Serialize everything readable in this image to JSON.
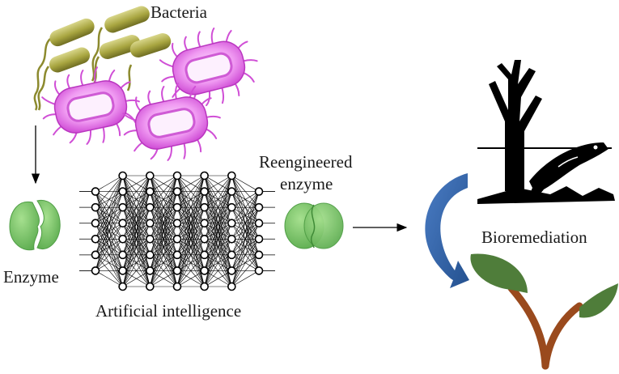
{
  "labels": {
    "bacteria": "Bacteria",
    "enzyme": "Enzyme",
    "ai": "Artificial intelligence",
    "reengineered_line1": "Reengineered",
    "reengineered_line2": "enzyme",
    "bioremediation": "Bioremediation"
  },
  "network": {
    "layer_sizes": [
      6,
      8,
      8,
      8,
      8,
      8,
      6
    ]
  },
  "colors": {
    "enzyme_green": "#7cc96a",
    "enzyme_green_dark": "#4f9e45",
    "bacteria_rod": "#9c9a3a",
    "bacteria_pink": "#e27ae6",
    "bacteria_pink_dark": "#b936bf",
    "arrow_blue": "#2f5fa8",
    "leaf_green": "#4f7d3a",
    "stem_brown": "#9a4a1d",
    "network_line": "#000000"
  },
  "icons": {
    "bacteria_cluster": "bacteria-cluster-icon",
    "enzyme": "enzyme-icon",
    "reengineered_enzyme": "reengineered-enzyme-icon",
    "polluted_environment": "environmental-hazard-icon",
    "plant_sprout": "sprout-icon",
    "curved_arrow": "curved-arrow-icon"
  }
}
